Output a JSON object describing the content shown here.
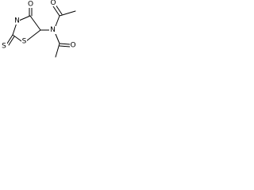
{
  "molecule": {
    "atoms": {
      "o_ring": "O",
      "n_ring": "N",
      "s_ring": "S",
      "s_thione": "S",
      "n_imide": "N",
      "o_acetyl_top": "O",
      "o_acetyl_bottom": "O"
    },
    "colors": {
      "bond": "#000000",
      "atom_label": "#000000",
      "background": "#ffffff"
    }
  }
}
